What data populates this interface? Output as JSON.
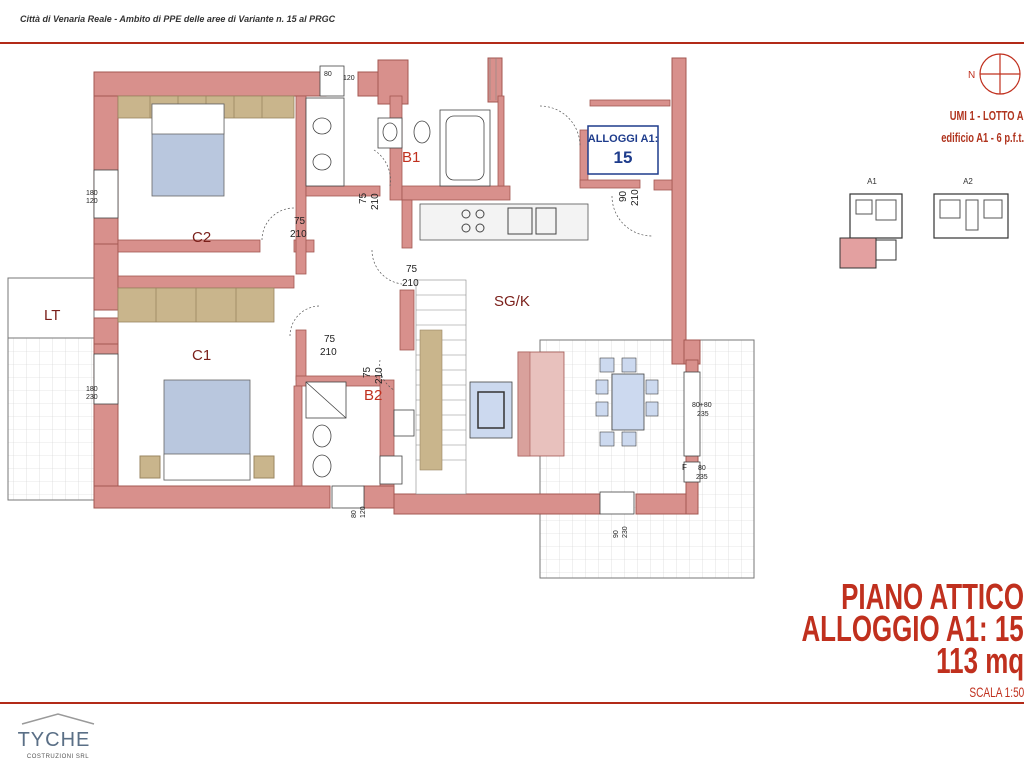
{
  "header": {
    "text": "Città di Venaria Reale - Ambito di PPE delle aree di Variante n. 15 al PRGC"
  },
  "colors": {
    "wall": "#d8908c",
    "wall_stroke": "#a35752",
    "accent_red": "#c0301e",
    "badge_blue": "#1e3c8c",
    "furniture": "#c9b58c",
    "bed": "#b9c7de"
  },
  "compass": {
    "label": "N"
  },
  "umi": {
    "line1": "UMI 1 - LOTTO A",
    "line2": "edificio A1 - 6 p.f.t."
  },
  "badge": {
    "label": "ALLOGGI A1:",
    "number": "15"
  },
  "keyplan": {
    "a1": "A1",
    "a2": "A2"
  },
  "rooms": {
    "c2": "C2",
    "c1": "C1",
    "b1": "B1",
    "b2": "B2",
    "sgk": "SG/K",
    "lt": "LT"
  },
  "door_dims": {
    "d1_w": "80",
    "d1_h": "120",
    "d2_w": "75",
    "d2_h": "210",
    "d3_w": "75",
    "d3_h": "210",
    "d4_w": "75",
    "d4_h": "210",
    "d5_w": "75",
    "d5_h": "210",
    "d6_w": "75",
    "d6_h": "210",
    "d7_w": "90",
    "d7_h": "210",
    "d8_w": "180",
    "d8_h": "120",
    "d9_w": "180",
    "d9_h": "230",
    "d10_w": "80+80",
    "d10_h": "235",
    "d11_w": "80",
    "d11_h": "235",
    "d12_w": "90",
    "d12_h": "230",
    "d13_w": "80",
    "d13_h": "120",
    "f_mark": "F"
  },
  "title": {
    "floor": "PIANO ATTICO",
    "unit": "ALLOGGIO A1: 15",
    "area": "113 mq",
    "scale": "SCALA 1:50"
  },
  "logo": {
    "name": "TYCHE",
    "subtitle": "COSTRUZIONI SRL"
  }
}
